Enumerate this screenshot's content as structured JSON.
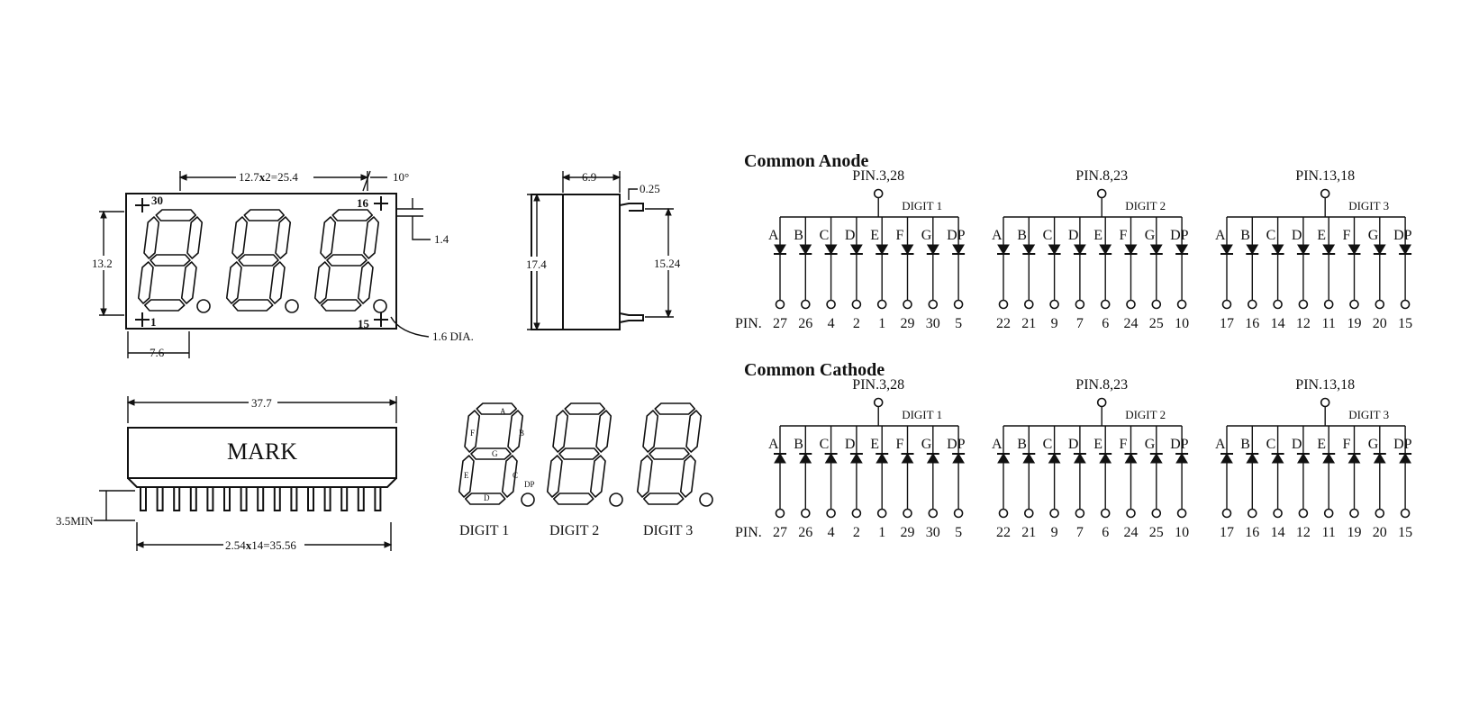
{
  "front_view": {
    "pin30": "30",
    "pin16": "16",
    "pin1": "1",
    "pin15": "15",
    "dim_top": "12.7",
    "dim_top_x": "x",
    "dim_top_rest": "2=25.4",
    "dim_angle": "10°",
    "dim_height": "13.2",
    "dim_tab": "1.4",
    "dim_pitch": "7.6",
    "dim_hole": "1.6 DIA."
  },
  "side_view": {
    "dim_width": "6.9",
    "dim_thick": "0.25",
    "dim_height": "17.4",
    "dim_pin_span": "15.24"
  },
  "bottom_view": {
    "dim_length": "37.7",
    "mark": "MARK",
    "dim_pin_len": "3.5MIN",
    "dim_pins_a": "2.54",
    "dim_pins_x": "x",
    "dim_pins_b": "14=35.56"
  },
  "segment_legend": {
    "labels": [
      "A",
      "B",
      "C",
      "D",
      "E",
      "F",
      "G",
      "DP"
    ],
    "digits": [
      "DIGIT 1",
      "DIGIT 2",
      "DIGIT 3"
    ]
  },
  "circuits": {
    "sections": [
      {
        "title": "Common Anode",
        "groups": [
          {
            "pin": "PIN.3,28",
            "digit": "DIGIT 1",
            "pins": [
              "27",
              "26",
              "4",
              "2",
              "1",
              "29",
              "30",
              "5"
            ]
          },
          {
            "pin": "PIN.8,23",
            "digit": "DIGIT 2",
            "pins": [
              "22",
              "21",
              "9",
              "7",
              "6",
              "24",
              "25",
              "10"
            ]
          },
          {
            "pin": "PIN.13,18",
            "digit": "DIGIT 3",
            "pins": [
              "17",
              "16",
              "14",
              "12",
              "11",
              "19",
              "20",
              "15"
            ]
          }
        ]
      },
      {
        "title": "Common Cathode",
        "groups": [
          {
            "pin": "PIN.3,28",
            "digit": "DIGIT 1",
            "pins": [
              "27",
              "26",
              "4",
              "2",
              "1",
              "29",
              "30",
              "5"
            ]
          },
          {
            "pin": "PIN.8,23",
            "digit": "DIGIT 2",
            "pins": [
              "22",
              "21",
              "9",
              "7",
              "6",
              "24",
              "25",
              "10"
            ]
          },
          {
            "pin": "PIN.13,18",
            "digit": "DIGIT 3",
            "pins": [
              "17",
              "16",
              "14",
              "12",
              "11",
              "19",
              "20",
              "15"
            ]
          }
        ]
      }
    ],
    "segment_labels": [
      "A",
      "B",
      "C",
      "D",
      "E",
      "F",
      "G",
      "DP"
    ],
    "pin_prefix": "PIN."
  }
}
